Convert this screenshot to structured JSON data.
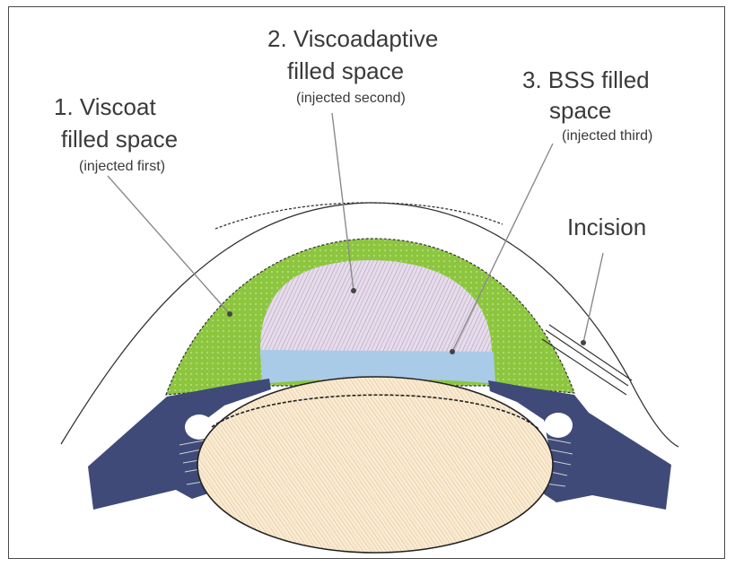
{
  "labels": {
    "viscoat": {
      "line1": "1. Viscoat",
      "line2": "filled space",
      "note": "(injected first)"
    },
    "viscoadaptive": {
      "line1": "2. Viscoadaptive",
      "line2": "filled space",
      "note": "(injected second)"
    },
    "bss": {
      "line1": "3. BSS filled",
      "line2": "space",
      "note": "(injected third)"
    },
    "incision": {
      "text": "Incision"
    }
  },
  "colors": {
    "viscoat": "#8cc63f",
    "viscoadaptive": "#e3d6e6",
    "bss": "#a9cbe8",
    "iris": "#3f4a78",
    "lens": "#f6e3c2"
  }
}
